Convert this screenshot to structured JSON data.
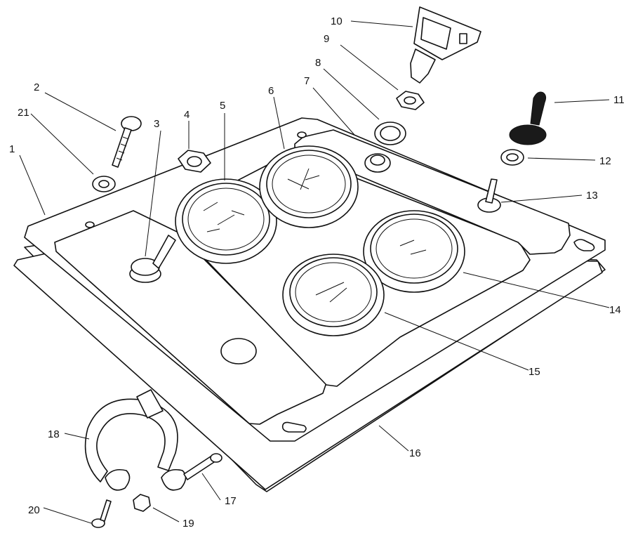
{
  "callouts": [
    "1",
    "2",
    "3",
    "4",
    "5",
    "6",
    "7",
    "8",
    "9",
    "10",
    "11",
    "12",
    "13",
    "14",
    "15",
    "16",
    "17",
    "18",
    "19",
    "20",
    "21"
  ],
  "colors": {
    "line": "#111111",
    "background": "#ffffff"
  }
}
